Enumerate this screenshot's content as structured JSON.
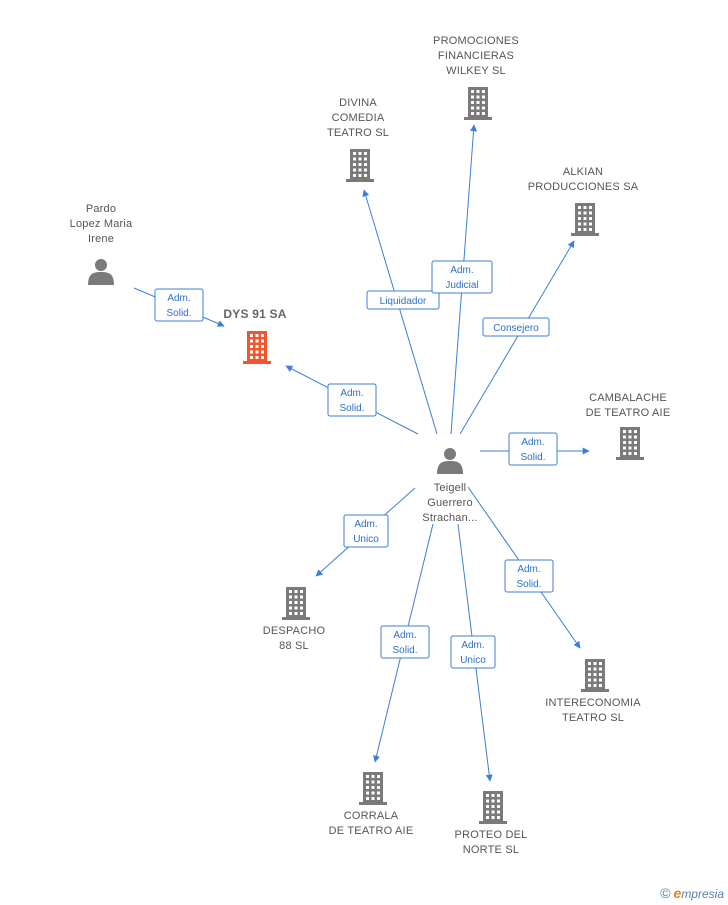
{
  "colors": {
    "edge": "#3d7fd6",
    "node": "#7a7a7a",
    "focus": "#f2562e"
  },
  "nodes": [
    {
      "id": "teigell",
      "type": "person",
      "lines": [
        "Teigell",
        "Guerrero",
        "Strachan..."
      ],
      "icon": "person-icon",
      "focus": false
    },
    {
      "id": "pardo",
      "type": "person",
      "lines": [
        "Pardo",
        "Lopez Maria",
        "Irene"
      ],
      "icon": "person-icon",
      "focus": false
    },
    {
      "id": "dys91",
      "type": "company",
      "lines": [
        "DYS 91 SA"
      ],
      "icon": "building-icon",
      "focus": true
    },
    {
      "id": "divina",
      "type": "company",
      "lines": [
        "DIVINA",
        "COMEDIA",
        "TEATRO SL"
      ],
      "icon": "building-icon",
      "focus": false
    },
    {
      "id": "promociones",
      "type": "company",
      "lines": [
        "PROMOCIONES",
        "FINANCIERAS",
        "WILKEY  SL"
      ],
      "icon": "building-icon",
      "focus": false
    },
    {
      "id": "alkian",
      "type": "company",
      "lines": [
        "ALKIAN",
        "PRODUCCIONES SA"
      ],
      "icon": "building-icon",
      "focus": false
    },
    {
      "id": "cambalache",
      "type": "company",
      "lines": [
        "CAMBALACHE",
        "DE TEATRO AIE"
      ],
      "icon": "building-icon",
      "focus": false
    },
    {
      "id": "despacho",
      "type": "company",
      "lines": [
        "DESPACHO",
        "88 SL"
      ],
      "icon": "building-icon",
      "focus": false
    },
    {
      "id": "intereconomia",
      "type": "company",
      "lines": [
        "INTERECONOMIA",
        "TEATRO SL"
      ],
      "icon": "building-icon",
      "focus": false
    },
    {
      "id": "corrala",
      "type": "company",
      "lines": [
        "CORRALA",
        "DE TEATRO AIE"
      ],
      "icon": "building-icon",
      "focus": false
    },
    {
      "id": "proteo",
      "type": "company",
      "lines": [
        "PROTEO DEL",
        "NORTE  SL"
      ],
      "icon": "building-icon",
      "focus": false
    }
  ],
  "edges": [
    {
      "from": "pardo",
      "to": "dys91",
      "label": [
        "Adm.",
        "Solid."
      ]
    },
    {
      "from": "teigell",
      "to": "dys91",
      "label": [
        "Adm.",
        "Solid."
      ]
    },
    {
      "from": "teigell",
      "to": "divina",
      "label": [
        "Liquidador"
      ]
    },
    {
      "from": "teigell",
      "to": "promociones",
      "label": [
        "Adm.",
        "Judicial"
      ]
    },
    {
      "from": "teigell",
      "to": "alkian",
      "label": [
        "Consejero"
      ]
    },
    {
      "from": "teigell",
      "to": "cambalache",
      "label": [
        "Adm.",
        "Solid."
      ]
    },
    {
      "from": "teigell",
      "to": "despacho",
      "label": [
        "Adm.",
        "Unico"
      ]
    },
    {
      "from": "teigell",
      "to": "intereconomia",
      "label": [
        "Adm.",
        "Solid."
      ]
    },
    {
      "from": "teigell",
      "to": "corrala",
      "label": [
        "Adm.",
        "Solid."
      ]
    },
    {
      "from": "teigell",
      "to": "proteo",
      "label": [
        "Adm.",
        "Unico"
      ]
    }
  ],
  "brand": {
    "copyright": "©",
    "initial": "e",
    "name": "mpresia"
  }
}
